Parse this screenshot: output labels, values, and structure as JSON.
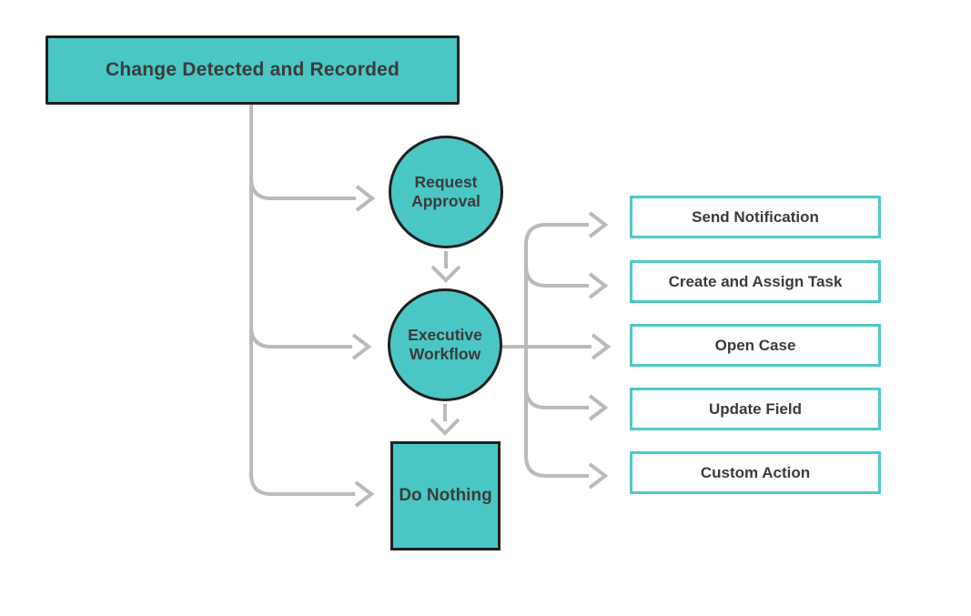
{
  "theme": {
    "accent_teal": "#4AC7C5",
    "action_box_border_teal": "#4CC9C7",
    "node_border_dark": "#1F1F1F",
    "text_dark": "#3B3B3B",
    "connector_gray": "#BABABA",
    "background": "#FFFFFF"
  },
  "diagram": {
    "source_node": {
      "label": "Change Detected and Recorded"
    },
    "decision_nodes": [
      {
        "label": "Request Approval"
      },
      {
        "label": "Executive Workflow"
      }
    ],
    "terminal_node": {
      "label": "Do Nothing"
    },
    "action_nodes": [
      {
        "label": "Send Notification"
      },
      {
        "label": "Create and Assign Task"
      },
      {
        "label": "Open Case"
      },
      {
        "label": "Update Field"
      },
      {
        "label": "Custom Action"
      }
    ],
    "edges": [
      "Change Detected and Recorded -> Request Approval",
      "Change Detected and Recorded -> Executive Workflow",
      "Change Detected and Recorded -> Do Nothing",
      "Request Approval -> Executive Workflow",
      "Executive Workflow -> Do Nothing",
      "Executive Workflow -> Send Notification",
      "Executive Workflow -> Create and Assign Task",
      "Executive Workflow -> Open Case",
      "Executive Workflow -> Update Field",
      "Executive Workflow -> Custom Action"
    ]
  }
}
